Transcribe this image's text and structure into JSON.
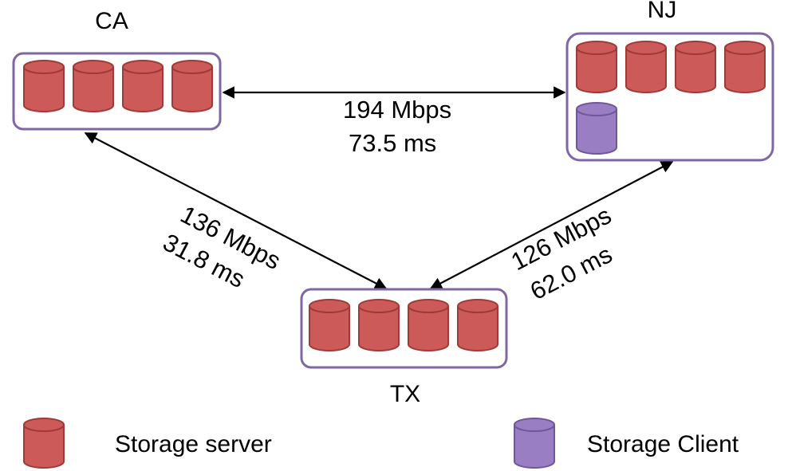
{
  "sites": [
    {
      "id": "ca",
      "name": "CA",
      "servers": 4,
      "clients": 0
    },
    {
      "id": "nj",
      "name": "NJ",
      "servers": 4,
      "clients": 1
    },
    {
      "id": "tx",
      "name": "TX",
      "servers": 4,
      "clients": 0
    }
  ],
  "links": [
    {
      "id": "ca-nj",
      "bandwidth": "194 Mbps",
      "latency": "73.5 ms"
    },
    {
      "id": "ca-tx",
      "bandwidth": "136 Mbps",
      "latency": "31.8 ms"
    },
    {
      "id": "tx-nj",
      "bandwidth": "126 Mbps",
      "latency": "62.0 ms"
    }
  ],
  "legend": {
    "server_label": "Storage server",
    "client_label": "Storage Client"
  },
  "colors": {
    "server_fill": "#cc5a58",
    "server_stroke": "#9e3a38",
    "client_fill": "#9a7ec4",
    "client_stroke": "#6f5898",
    "box_stroke": "#7f67a6"
  }
}
